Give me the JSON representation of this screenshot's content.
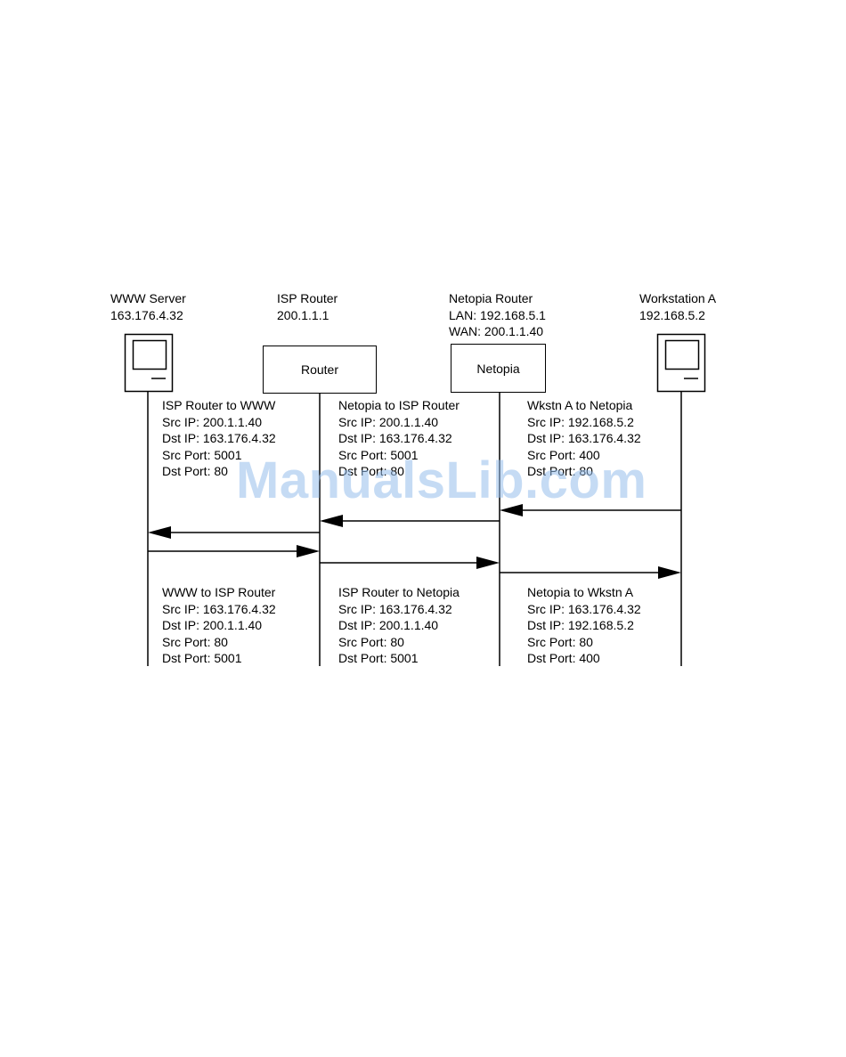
{
  "nodes": {
    "www_server": {
      "title": "WWW Server",
      "ip": "163.176.4.32"
    },
    "isp_router": {
      "title": "ISP Router",
      "ip": "200.1.1.1",
      "box_label": "Router"
    },
    "netopia_router": {
      "title": "Netopia Router",
      "lan": "LAN: 192.168.5.1",
      "wan": "WAN: 200.1.1.40",
      "box_label": "Netopia"
    },
    "workstation_a": {
      "title": "Workstation A",
      "ip": "192.168.5.2"
    }
  },
  "outbound": [
    {
      "title": "ISP Router to WWW",
      "src_ip": "Src IP: 200.1.1.40",
      "dst_ip": "Dst IP: 163.176.4.32",
      "src_port": "Src Port: 5001",
      "dst_port": "Dst Port: 80"
    },
    {
      "title": "Netopia to ISP Router",
      "src_ip": "Src IP: 200.1.1.40",
      "dst_ip": "Dst IP: 163.176.4.32",
      "src_port": "Src Port: 5001",
      "dst_port": "Dst Port: 80"
    },
    {
      "title": "Wkstn A to Netopia",
      "src_ip": "Src IP: 192.168.5.2",
      "dst_ip": "Dst IP: 163.176.4.32",
      "src_port": "Src Port: 400",
      "dst_port": "Dst Port: 80"
    }
  ],
  "inbound": [
    {
      "title": "WWW to ISP Router",
      "src_ip": "Src IP: 163.176.4.32",
      "dst_ip": "Dst IP: 200.1.1.40",
      "src_port": "Src Port: 80",
      "dst_port": "Dst Port: 5001"
    },
    {
      "title": "ISP Router to Netopia",
      "src_ip": "Src IP: 163.176.4.32",
      "dst_ip": "Dst IP: 200.1.1.40",
      "src_port": "Src Port: 80",
      "dst_port": "Dst Port: 5001"
    },
    {
      "title": "Netopia to Wkstn A",
      "src_ip": "Src IP: 163.176.4.32",
      "dst_ip": "Dst IP: 192.168.5.2",
      "src_port": "Src Port: 80",
      "dst_port": "Dst Port: 400"
    }
  ],
  "watermark": "ManualsLib.com"
}
